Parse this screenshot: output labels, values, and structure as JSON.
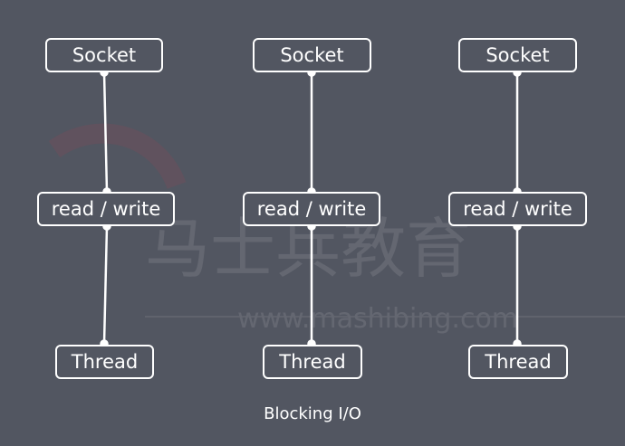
{
  "colors": {
    "background": "#525661",
    "stroke": "#ffffff",
    "text": "#ffffff"
  },
  "columns": [
    {
      "top": "Socket",
      "middle": "read / write",
      "bottom": "Thread"
    },
    {
      "top": "Socket",
      "middle": "read / write",
      "bottom": "Thread"
    },
    {
      "top": "Socket",
      "middle": "read / write",
      "bottom": "Thread"
    }
  ],
  "caption": "Blocking I/O",
  "watermark": {
    "chinese": "马士兵教育",
    "url": "www.mashibing.com"
  }
}
